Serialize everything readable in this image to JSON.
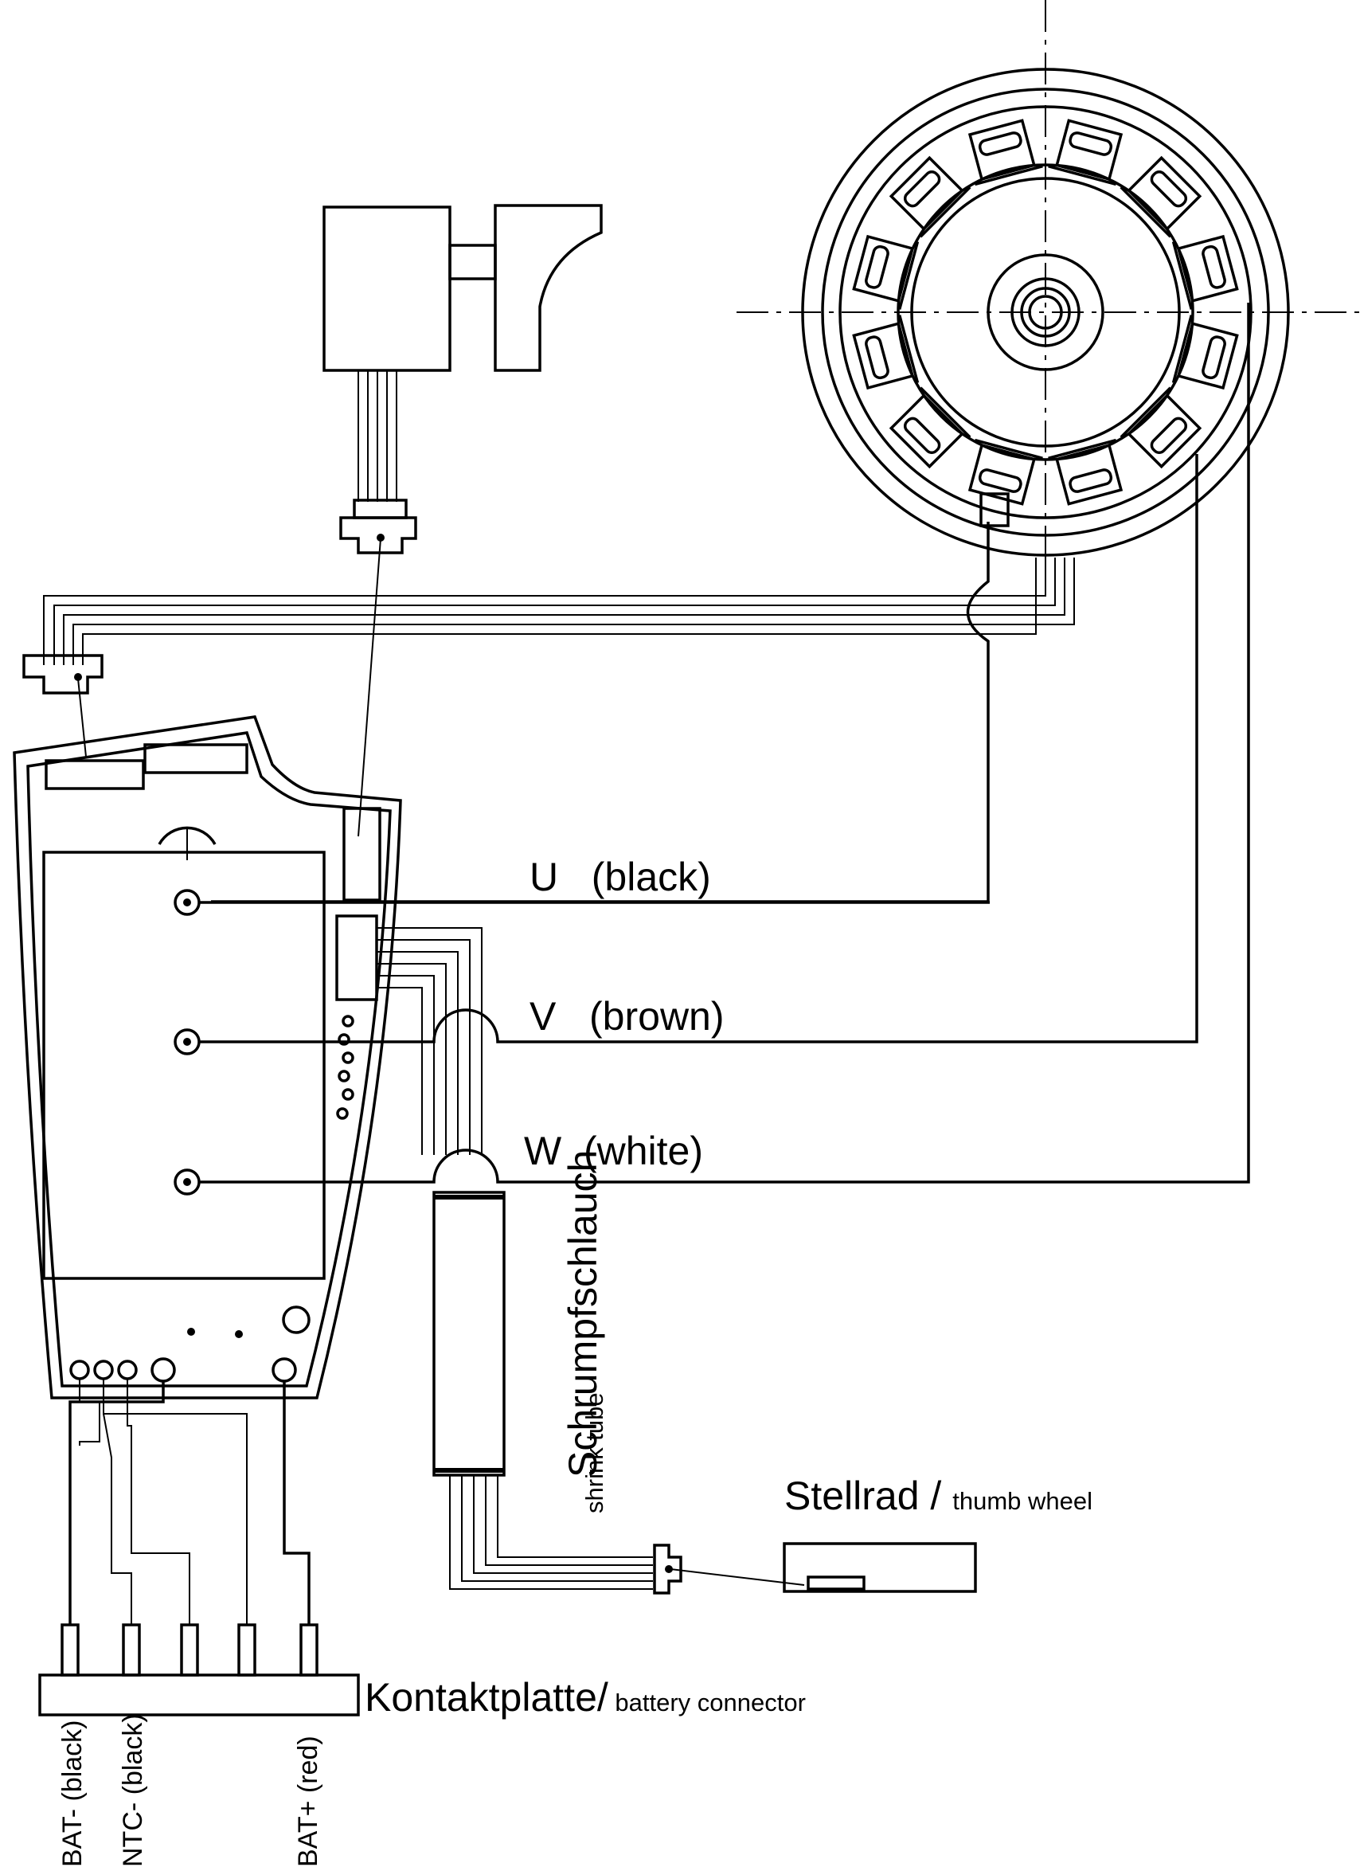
{
  "labels": {
    "phase_u": "U   (black)",
    "phase_v": "V   (brown)",
    "phase_w": "W  (white)",
    "shrink_tube_de": "Schrumpfschlauch",
    "shrink_tube_en": "shrink tube",
    "thumb_wheel_de": "Stellrad / ",
    "thumb_wheel_en": "thumb wheel",
    "battery_connector_de": "Kontaktplatte/",
    "battery_connector_en": " battery connector",
    "bat_minus": "BAT- (black)",
    "ntc_minus": "NTC- (black)",
    "bat_plus": "BAT+ (red)"
  }
}
